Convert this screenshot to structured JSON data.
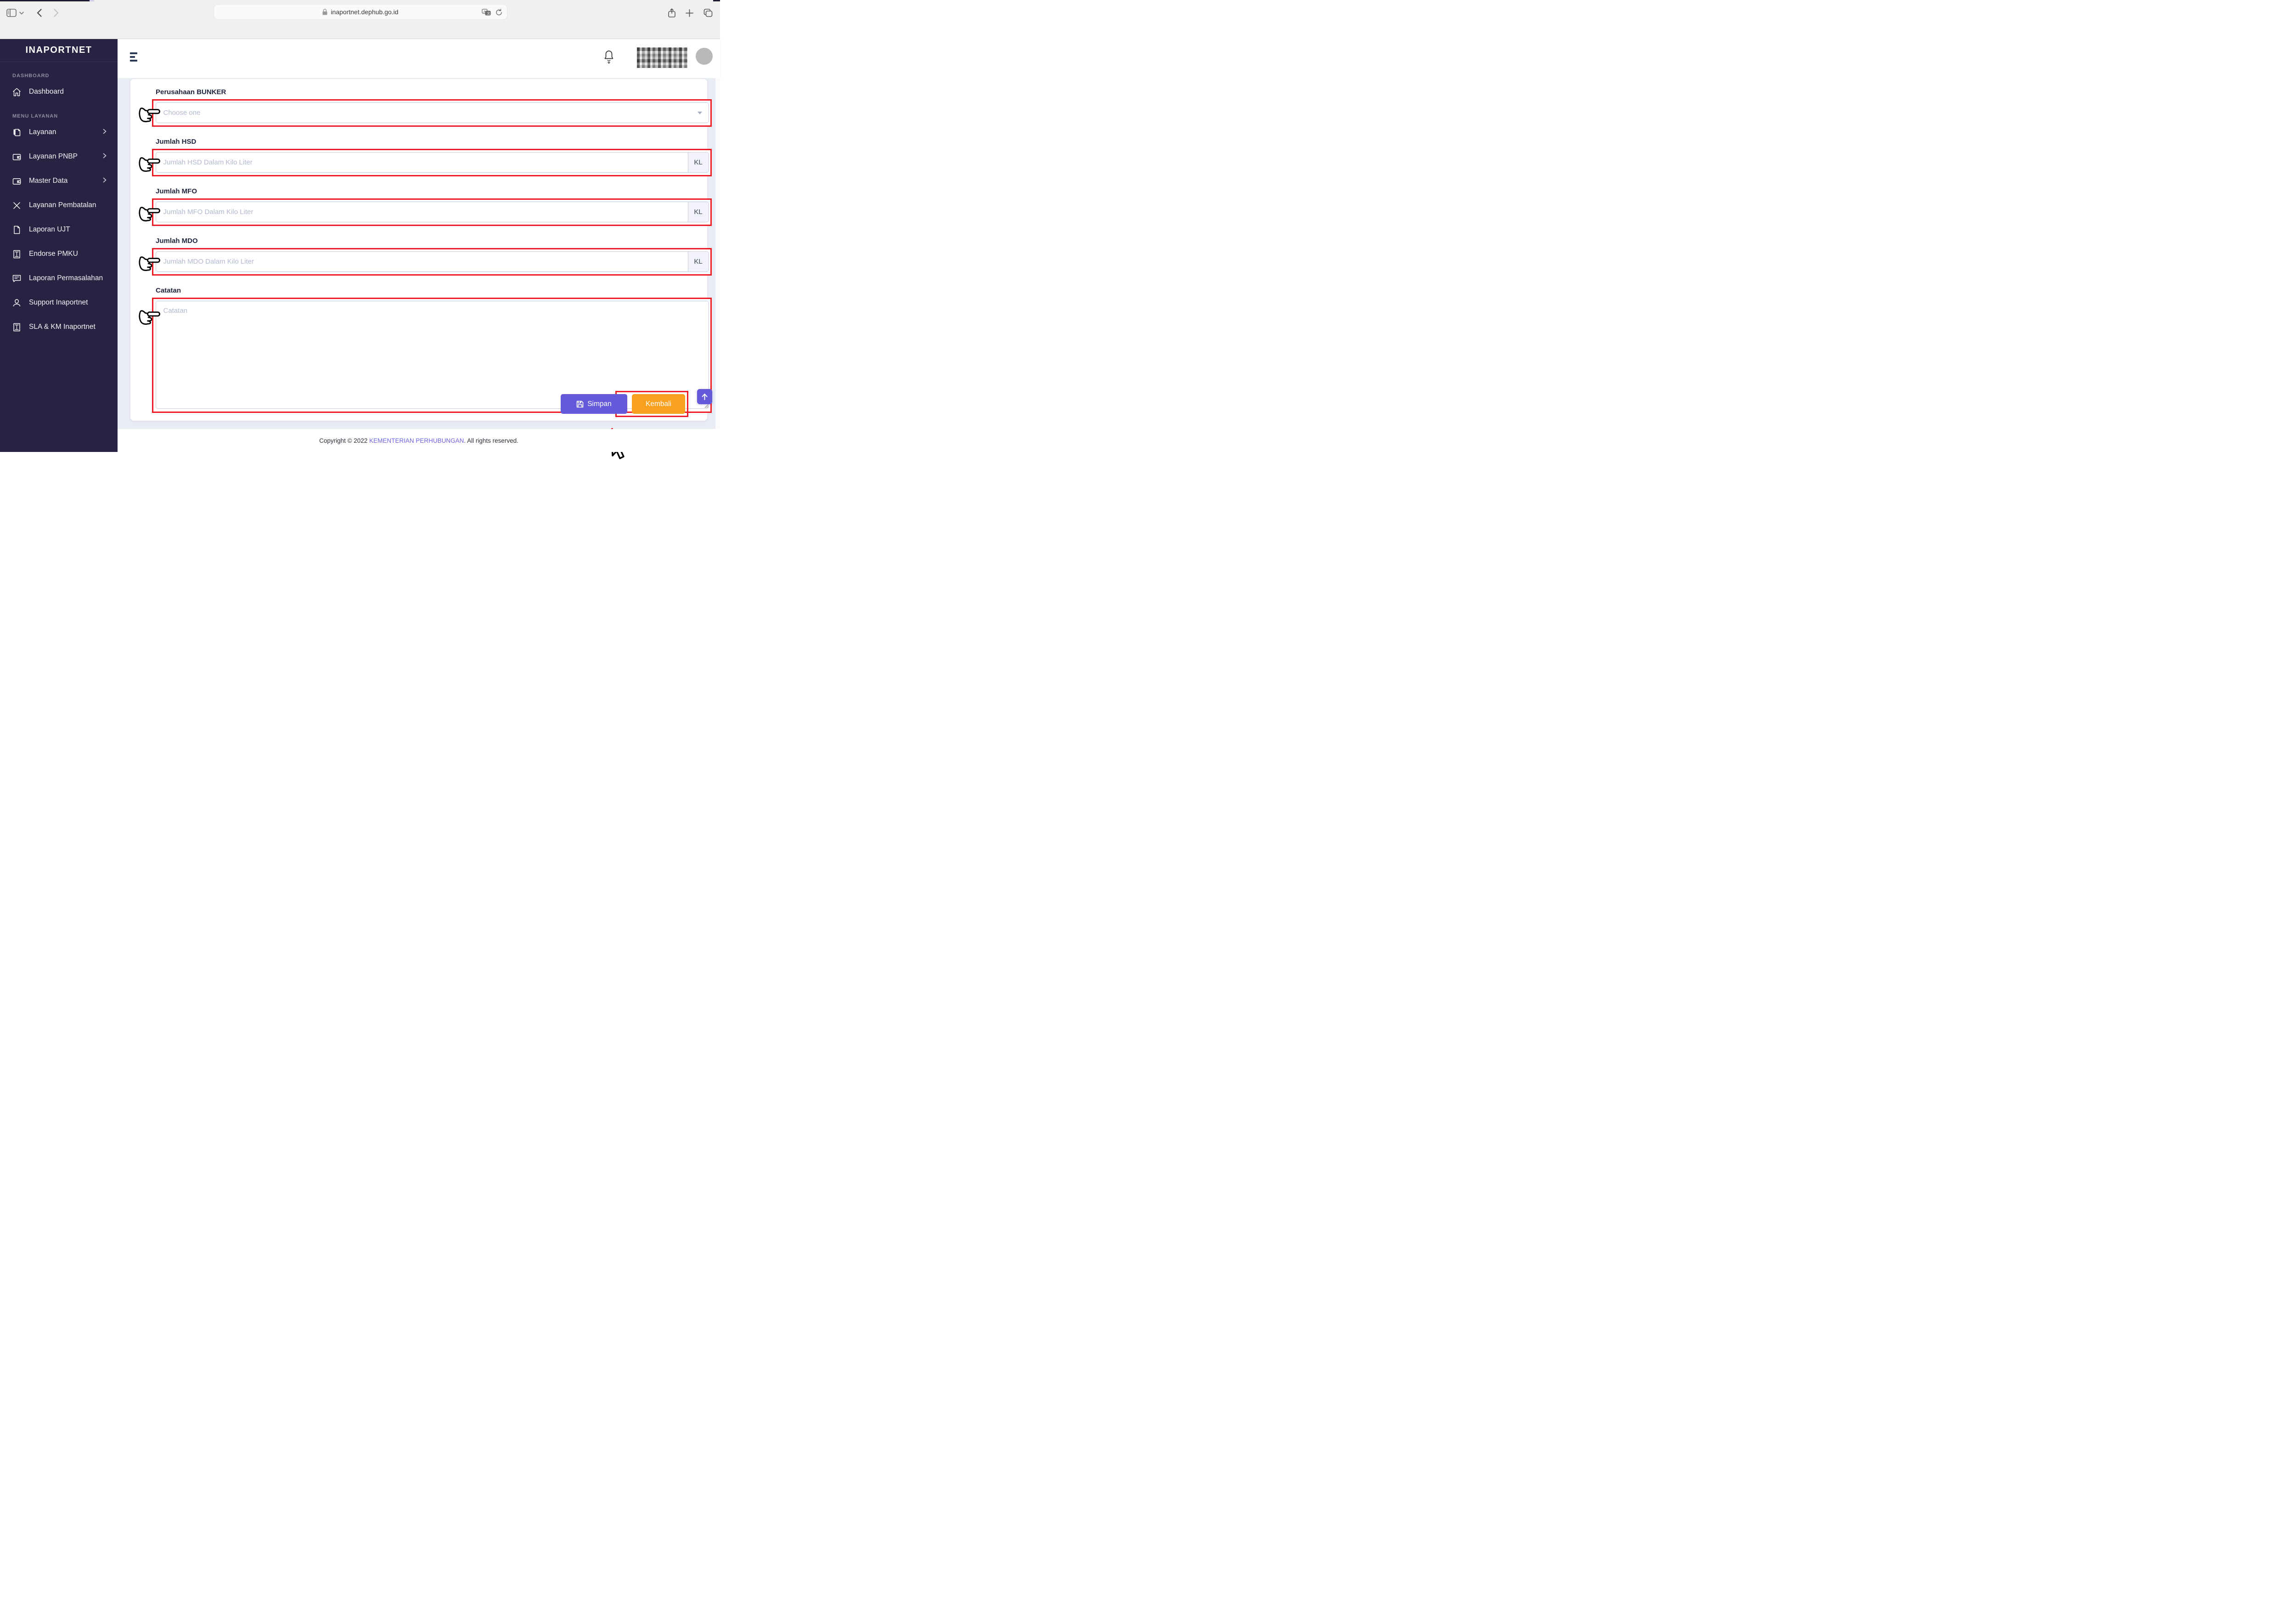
{
  "browser": {
    "url": "inaportnet.dephub.go.id",
    "icons": [
      "sidebar-panel",
      "chevron-down",
      "back",
      "forward",
      "lock",
      "translate",
      "reload",
      "share",
      "new-tab",
      "tabs"
    ]
  },
  "sidebar": {
    "logo": "INAPORTNET",
    "sections": [
      {
        "heading": "DASHBOARD",
        "items": [
          {
            "label": "Dashboard",
            "icon": "home-icon",
            "chevron": false
          }
        ]
      },
      {
        "heading": "MENU LAYANAN",
        "items": [
          {
            "label": "Layanan",
            "icon": "document-pen-icon",
            "chevron": true
          },
          {
            "label": "Layanan PNBP",
            "icon": "wallet-icon",
            "chevron": true
          },
          {
            "label": "Master Data",
            "icon": "wallet-icon",
            "chevron": true
          },
          {
            "label": "Layanan Pembatalan",
            "icon": "x-icon",
            "chevron": false
          },
          {
            "label": "Laporan UJT",
            "icon": "file-icon",
            "chevron": false
          },
          {
            "label": "Endorse PMKU",
            "icon": "archive-icon",
            "chevron": false
          },
          {
            "label": "Laporan Permasalahan",
            "icon": "chat-icon",
            "chevron": false
          },
          {
            "label": "Support Inaportnet",
            "icon": "person-icon",
            "chevron": false
          },
          {
            "label": "SLA & KM Inaportnet",
            "icon": "archive-icon",
            "chevron": false
          }
        ]
      }
    ]
  },
  "form": {
    "fields": [
      {
        "label": "Perusahaan BUNKER",
        "type": "select",
        "placeholder": "Choose one"
      },
      {
        "label": "Jumlah HSD",
        "type": "input",
        "placeholder": "Jumlah HSD Dalam Kilo Liter",
        "suffix": "KL"
      },
      {
        "label": "Jumlah MFO",
        "type": "input",
        "placeholder": "Jumlah MFO Dalam Kilo Liter",
        "suffix": "KL"
      },
      {
        "label": "Jumlah MDO",
        "type": "input",
        "placeholder": "Jumlah MDO Dalam Kilo Liter",
        "suffix": "KL"
      },
      {
        "label": "Catatan",
        "type": "textarea",
        "placeholder": "Catatan"
      }
    ],
    "buttons": {
      "save": "Simpan",
      "back": "Kembali"
    }
  },
  "footer": {
    "prefix": "Copyright © 2022 ",
    "link": "KEMENTERIAN PERHUBUNGAN",
    "suffix": ". All rights reserved."
  },
  "colors": {
    "sidebar_bg": "#272342",
    "accent_purple": "#6459d8",
    "accent_orange": "#f9a11f",
    "annotation_red": "#ec1c24",
    "link_indigo": "#6c63e0",
    "content_bg": "#e9ecf4"
  }
}
